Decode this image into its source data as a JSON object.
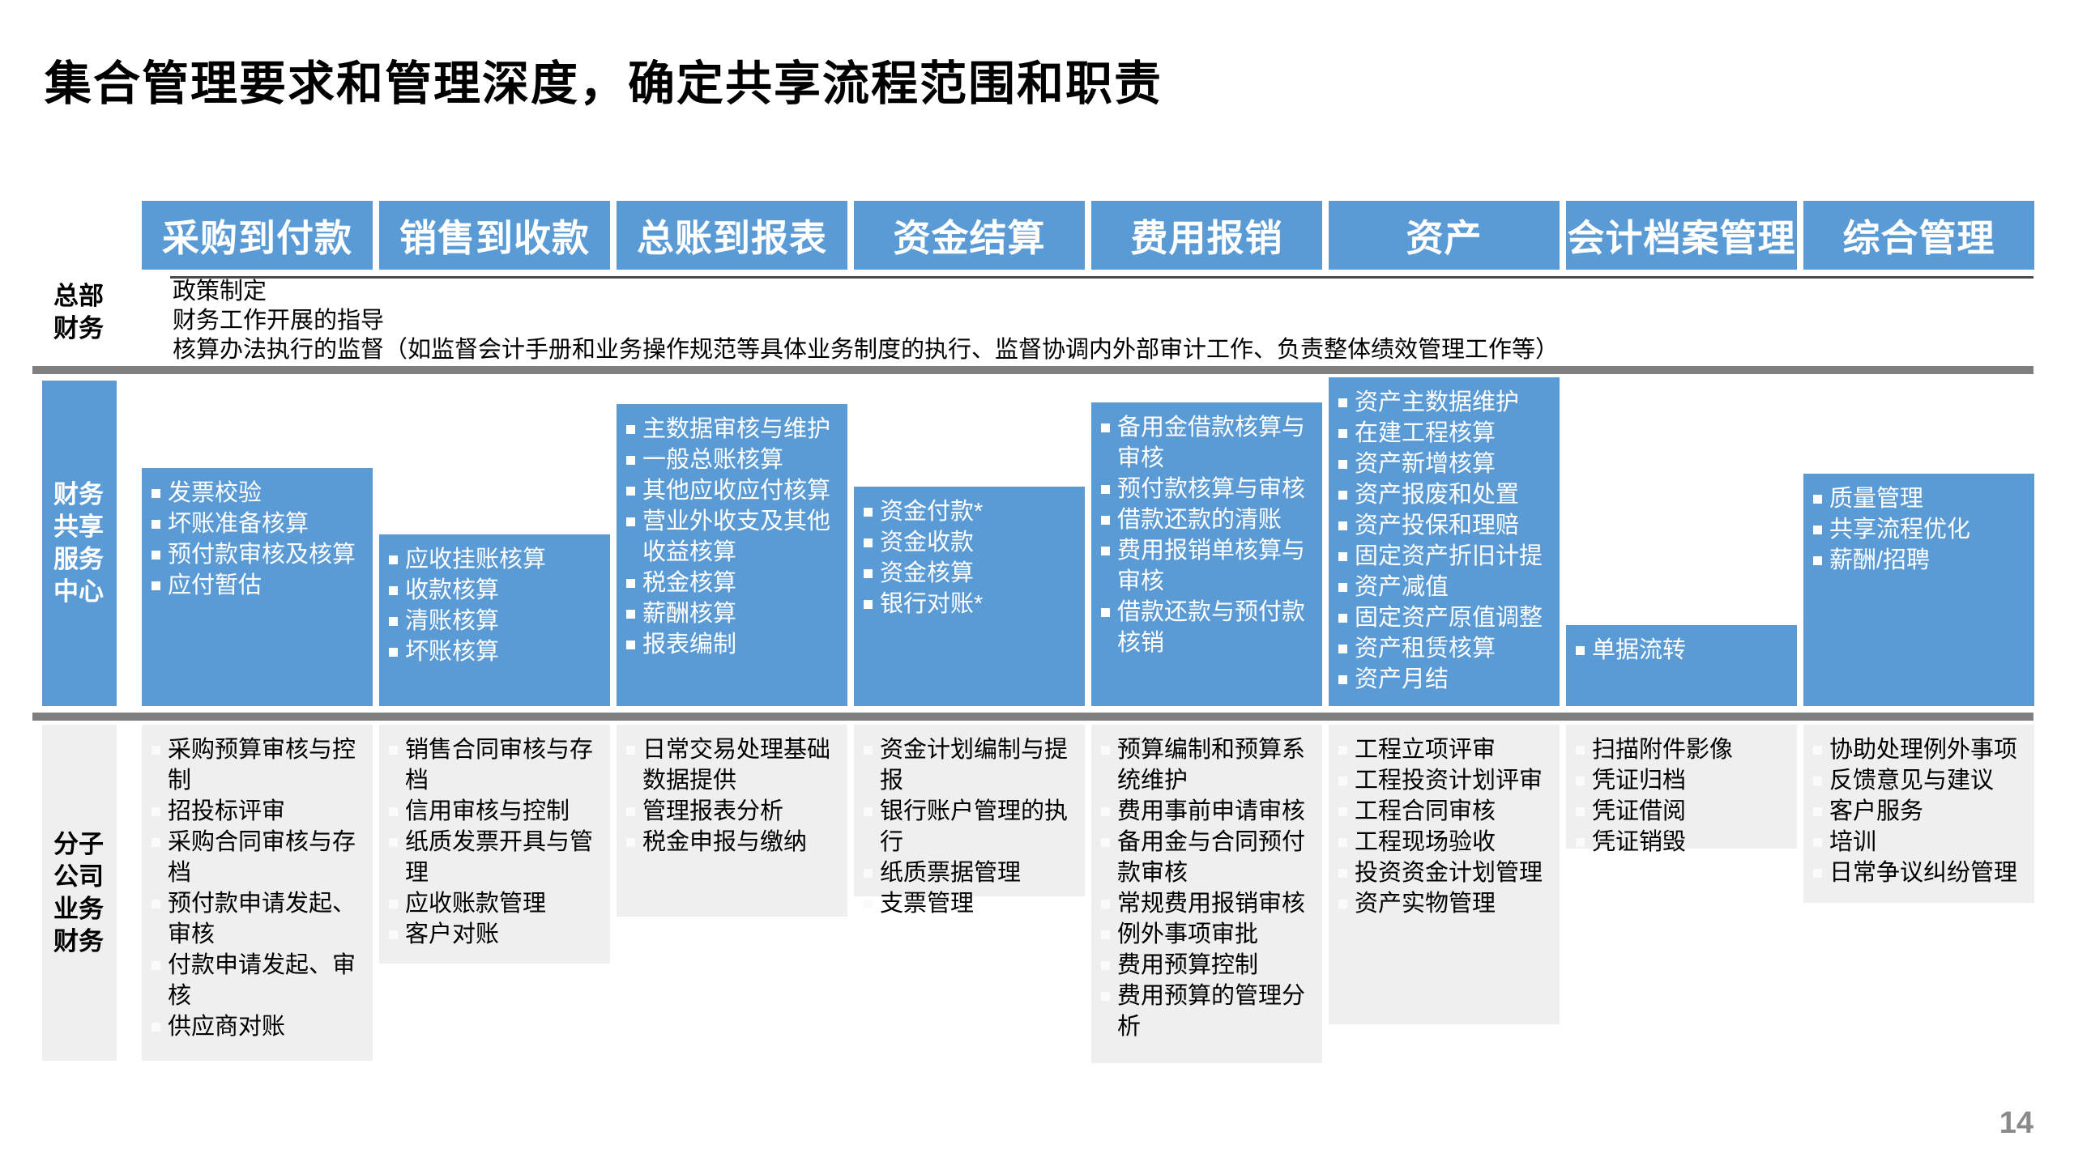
{
  "title": "集合管理要求和管理深度，确定共享流程范围和职责",
  "page_number": "14",
  "colors": {
    "accent_blue": "#5B9BD5",
    "box_gray": "#EFEFEF",
    "bar_gray": "#7F7F7F",
    "page_number_gray": "#8A8A8A"
  },
  "row_labels": {
    "hq": "总部财务",
    "ssc": "财务共享服务中心",
    "sub": "分子公司业务财务"
  },
  "hq_lines": [
    "政策制定",
    "财务工作开展的指导",
    "核算办法执行的监督（如监督会计手册和业务操作规范等具体业务制度的执行、监督协调内外部审计工作、负责整体绩效管理工作等）"
  ],
  "columns": [
    {
      "header": "采购到付款",
      "ssc_items": [
        "发票校验",
        "坏账准备核算",
        "预付款审核及核算",
        "应付暂估"
      ],
      "sub_items": [
        "采购预算审核与控制",
        "招投标评审",
        "采购合同审核与存档",
        "预付款申请发起、审核",
        "付款申请发起、审核",
        "供应商对账"
      ]
    },
    {
      "header": "销售到收款",
      "ssc_items": [
        "应收挂账核算",
        "收款核算",
        "清账核算",
        "坏账核算"
      ],
      "sub_items": [
        "销售合同审核与存档",
        "信用审核与控制",
        "纸质发票开具与管理",
        "应收账款管理",
        "客户对账"
      ]
    },
    {
      "header": "总账到报表",
      "ssc_items": [
        "主数据审核与维护",
        "一般总账核算",
        "其他应收应付核算",
        "营业外收支及其他收益核算",
        "税金核算",
        "薪酬核算",
        "报表编制"
      ],
      "sub_items": [
        "日常交易处理基础数据提供",
        "管理报表分析",
        "税金申报与缴纳"
      ]
    },
    {
      "header": "资金结算",
      "ssc_items": [
        "资金付款*",
        "资金收款",
        "资金核算",
        "银行对账*"
      ],
      "sub_items": [
        "资金计划编制与提报",
        "银行账户管理的执行",
        "纸质票据管理",
        "支票管理"
      ]
    },
    {
      "header": "费用报销",
      "ssc_items": [
        "备用金借款核算与审核",
        "预付款核算与审核",
        "借款还款的清账",
        "费用报销单核算与审核",
        "借款还款与预付款核销"
      ],
      "sub_items": [
        "预算编制和预算系统维护",
        "费用事前申请审核",
        "备用金与合同预付款审核",
        "常规费用报销审核",
        "例外事项审批",
        "费用预算控制",
        "费用预算的管理分析"
      ]
    },
    {
      "header": "资产",
      "ssc_items": [
        "资产主数据维护",
        "在建工程核算",
        "资产新增核算",
        "资产报废和处置",
        "资产投保和理赔",
        "固定资产折旧计提",
        "资产减值",
        "固定资产原值调整",
        "资产租赁核算",
        "资产月结"
      ],
      "sub_items": [
        "工程立项评审",
        "工程投资计划评审",
        "工程合同审核",
        "工程现场验收",
        "投资资金计划管理",
        "资产实物管理"
      ]
    },
    {
      "header": "会计档案管理",
      "ssc_items": [
        "单据流转"
      ],
      "sub_items": [
        "扫描附件影像",
        "凭证归档",
        "凭证借阅",
        "凭证销毁"
      ]
    },
    {
      "header": "综合管理",
      "ssc_items": [
        "质量管理",
        "共享流程优化",
        "薪酬/招聘"
      ],
      "sub_items": [
        "协助处理例外事项",
        "反馈意见与建议",
        "客户服务",
        "培训",
        "日常争议纠纷管理"
      ]
    }
  ]
}
